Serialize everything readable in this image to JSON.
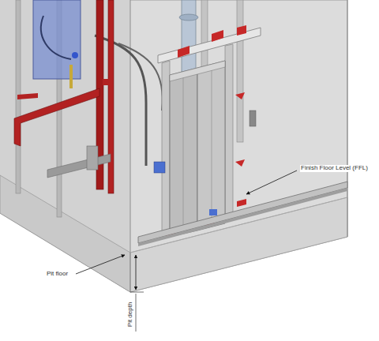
{
  "diagram": {
    "labels": [
      "Finish Floor Level (FFL)",
      "Pit floor",
      "Pit depth"
    ]
  }
}
